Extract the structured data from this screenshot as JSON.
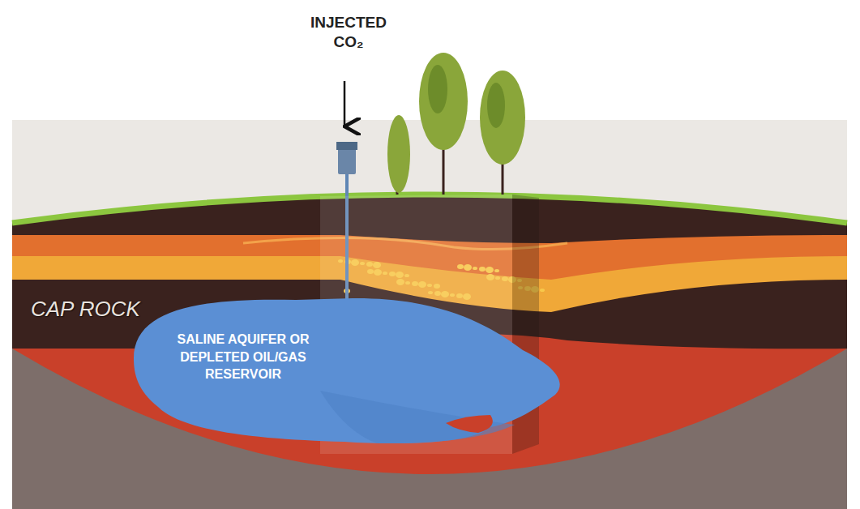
{
  "diagram": {
    "nodes": [
      {
        "text": [
          "CAP ROCK"
        ]
      },
      {
        "text": [
          "SALINE AQUIFER OR DEPLETED OIL/GAS RESERVOIR"
        ]
      }
    ],
    "labels": [
      "INJECTED CO₂"
    ]
  }
}
